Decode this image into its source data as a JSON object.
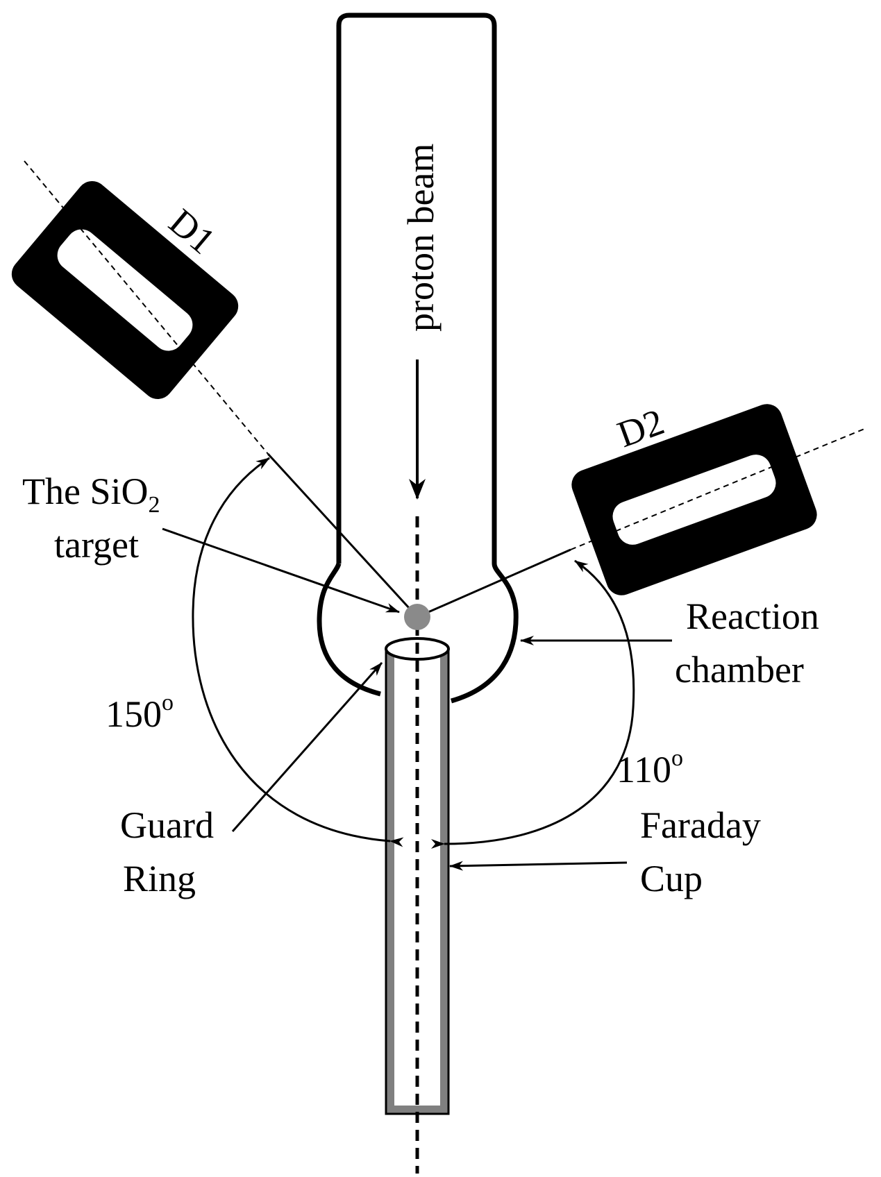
{
  "colors": {
    "ink": "#000000",
    "paper": "#ffffff",
    "target": "#8a8a8a",
    "cup_wall": "#808080"
  },
  "labels": {
    "beam": "proton beam",
    "d1": "D1",
    "d2": "D2",
    "target_line1_main": "The SiO",
    "target_line1_sub": "2",
    "target_line2": "target",
    "chamber_line1": "Reaction",
    "chamber_line2": "chamber",
    "angle1_value": "150",
    "angle1_unit": "o",
    "angle2_value": "110",
    "angle2_unit": "o",
    "guard_line1": "Guard",
    "guard_line2": "Ring",
    "faraday_line1": "Faraday",
    "faraday_line2": "Cup"
  }
}
